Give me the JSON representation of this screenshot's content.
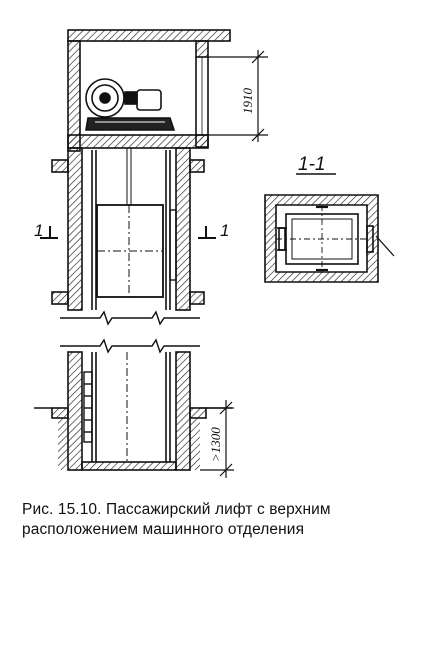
{
  "figure": {
    "caption_line1": "Рис. 15.10. Пассажирский лифт с верхним",
    "caption_line2": "расположением машинного отделения",
    "dimensions": {
      "machine_room_height": "1910",
      "pit_depth": ">1300"
    },
    "section_marks": {
      "left": "1",
      "right": "1",
      "plan_title": "1-1"
    }
  }
}
